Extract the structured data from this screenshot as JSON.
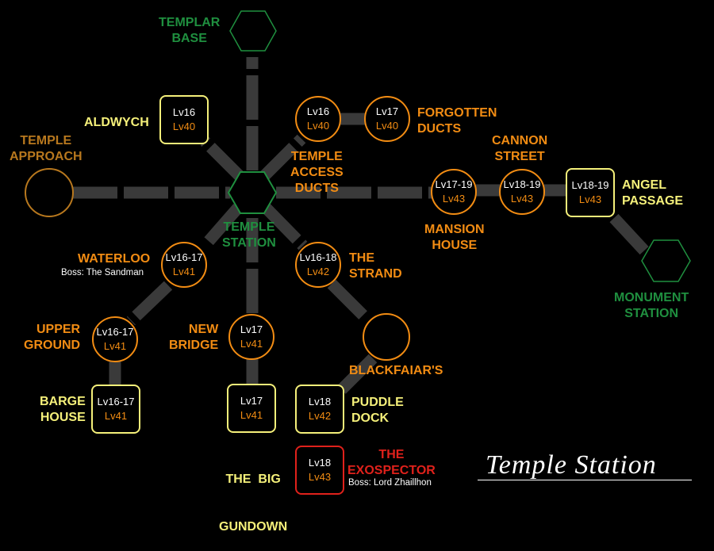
{
  "title": "Temple Station",
  "colors": {
    "background": "#000000",
    "connector": "#3a3a3a",
    "hub": "#1f8f3f",
    "hub_label": "#1f8f3f",
    "orange": "#f28c13",
    "yellow": "#f5f07a",
    "brown": "#b8781e",
    "boss": "#e0211b",
    "white": "#ffffff"
  },
  "hubs": {
    "templar_base": {
      "label": [
        "TEMPLAR",
        "BASE"
      ]
    },
    "temple_station": {
      "label": [
        "TEMPLE",
        "STATION"
      ]
    },
    "monument_station": {
      "label": [
        "MONUMENT",
        "STATION"
      ]
    },
    "temple_approach": {
      "label": [
        "TEMPLE",
        "APPROACH"
      ]
    }
  },
  "nodes": {
    "aldwych": {
      "name": "ALDWYCH",
      "level": "Lv16",
      "rec": "Lv40"
    },
    "temple_access_ducts": {
      "name": [
        "TEMPLE",
        "ACCESS",
        "DUCTS"
      ],
      "level": "Lv16",
      "rec": "Lv40"
    },
    "forgotten_ducts": {
      "name": [
        "FORGOTTEN",
        "DUCTS"
      ],
      "level": "Lv17",
      "rec": "Lv40"
    },
    "mansion_house": {
      "name": [
        "MANSION",
        "HOUSE"
      ],
      "level": "Lv17-19",
      "rec": "Lv43"
    },
    "cannon_street": {
      "name": [
        "CANNON",
        "STREET"
      ],
      "level": "Lv18-19",
      "rec": "Lv43"
    },
    "angel_passage": {
      "name": [
        "ANGEL",
        "PASSAGE"
      ],
      "level": "Lv18-19",
      "rec": "Lv43"
    },
    "waterloo": {
      "name": "WATERLOO",
      "boss": "Boss: The Sandman",
      "level": "Lv16-17",
      "rec": "Lv41"
    },
    "the_strand": {
      "name": [
        "THE",
        "STRAND"
      ],
      "level": "Lv16-18",
      "rec": "Lv42"
    },
    "upper_ground": {
      "name": [
        "UPPER",
        "GROUND"
      ],
      "level": "Lv16-17",
      "rec": "Lv41"
    },
    "new_bridge": {
      "name": [
        "NEW",
        "BRIDGE"
      ],
      "level": "Lv17",
      "rec": "Lv41"
    },
    "blackfaiars": {
      "name": "BLACKFAIAR'S"
    },
    "barge_house": {
      "name": [
        "BARGE",
        "HOUSE"
      ],
      "level": "Lv16-17",
      "rec": "Lv41"
    },
    "the_big_gundown": {
      "name": [
        "THE  BIG",
        "GUNDOWN"
      ],
      "level": "Lv17",
      "rec": "Lv41"
    },
    "puddle_dock": {
      "name": [
        "PUDDLE",
        "DOCK"
      ],
      "level": "Lv18",
      "rec": "Lv42"
    },
    "the_exospector": {
      "name": [
        "THE",
        "EXOSPECTOR"
      ],
      "boss": "Boss: Lord Zhaillhon",
      "level": "Lv18",
      "rec": "Lv43"
    }
  }
}
